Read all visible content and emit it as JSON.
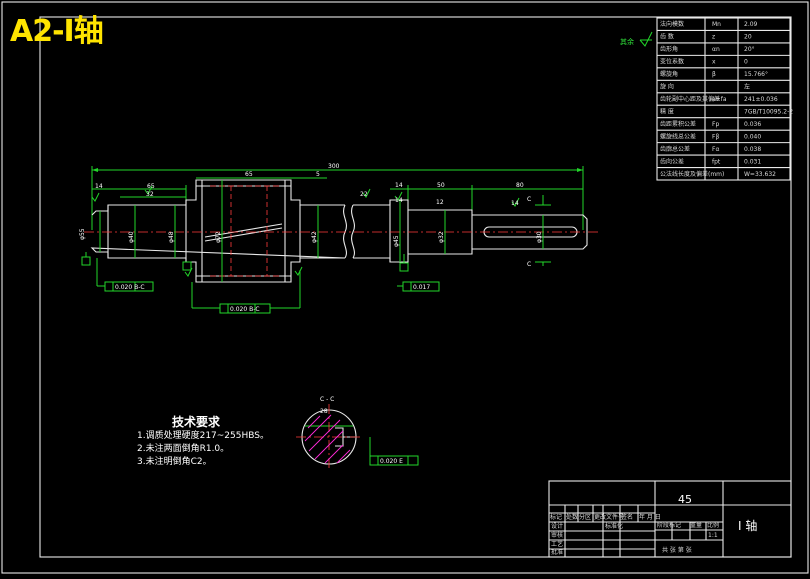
{
  "drawing_title": "A2-I轴",
  "roughness_note": "其余",
  "params_table": [
    [
      "法向模数",
      "Mn",
      "2.09"
    ],
    [
      "齿 数",
      "z",
      "20"
    ],
    [
      "齿形角",
      "αn",
      "20°"
    ],
    [
      "变位系数",
      "x",
      "0"
    ],
    [
      "螺旋角",
      "β",
      "15.766°"
    ],
    [
      "旋 向",
      "",
      "左"
    ],
    [
      "齿轮副中心距及其偏差",
      "a±fa",
      "241±0.036"
    ],
    [
      "精 度",
      "",
      "7GB/T10095.2-2"
    ],
    [
      "齿距累积公差",
      "Fp",
      "0.036"
    ],
    [
      "螺旋线总公差",
      "Fβ",
      "0.040"
    ],
    [
      "齿廓总公差",
      "Fα",
      "0.038"
    ],
    [
      "齿向公差",
      "fpt",
      "0.031"
    ],
    [
      "公法线长度及偏差(mm)",
      "",
      "W=33.632"
    ]
  ],
  "dims": {
    "total_length": "300",
    "d14a": "14",
    "d65a": "65",
    "d32a": "32",
    "d65b": "65",
    "d5": "5",
    "d22": "22",
    "d14b": "14",
    "d14c": "14",
    "d50": "50",
    "d80": "80",
    "d12": "12",
    "d14d": "14",
    "dia55": "φ55",
    "dia40": "φ40",
    "dia48": "φ48",
    "dia72": "φ72",
    "dia42": "φ42",
    "dia45": "φ45",
    "dia32": "φ32",
    "dia30": "φ30",
    "sec_c": "C",
    "sec_cc": "C - C",
    "sec_w": "28",
    "tol1": "0.020 B-C",
    "tol2": "0.020 B-C",
    "tol3": "0.017",
    "tol4": "0.020 E"
  },
  "tech_req": {
    "title": "技术要求",
    "lines": [
      "1.调质处理硬度217~255HBS。",
      "2.未注两面倒角R1.0。",
      "3.未注明倒角C2。"
    ]
  },
  "title_block": {
    "material": "45",
    "part_name": "I 轴",
    "row_labels": [
      "标记",
      "处数",
      "分区",
      "更改文件号",
      "签名",
      "年 月 日"
    ],
    "roles": [
      "设计",
      "标准化",
      "审核",
      "工艺",
      "批准"
    ],
    "stage": "阶段标记",
    "weight": "重量",
    "scale": "比例",
    "scale_val": "1:1",
    "sheets": "共 张 第 张"
  }
}
